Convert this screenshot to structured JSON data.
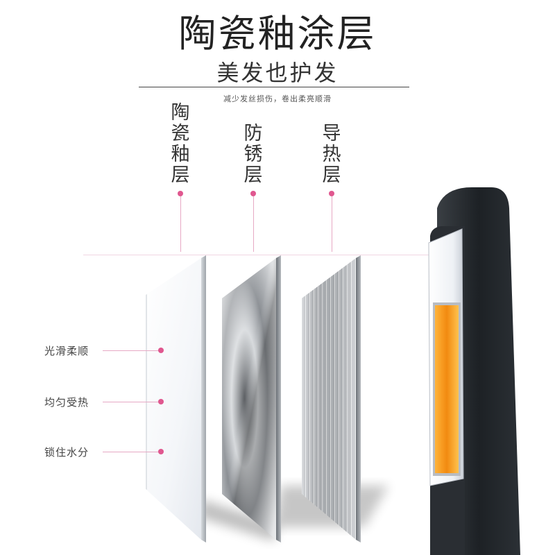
{
  "header": {
    "title": "陶瓷釉涂层",
    "subtitle": "美发也护发",
    "tagline": "减少发丝损伤，卷出柔亮顺滑"
  },
  "layers": [
    {
      "label": "陶瓷釉层"
    },
    {
      "label": "防锈层"
    },
    {
      "label": "导热层"
    }
  ],
  "features": [
    {
      "label": "光滑柔顺"
    },
    {
      "label": "均匀受热"
    },
    {
      "label": "锁住水分"
    }
  ],
  "colors": {
    "accent": "#e0578f",
    "pin_line": "#e7a9c4",
    "heater": "#f59a1c",
    "device_body": "#1f2327"
  }
}
